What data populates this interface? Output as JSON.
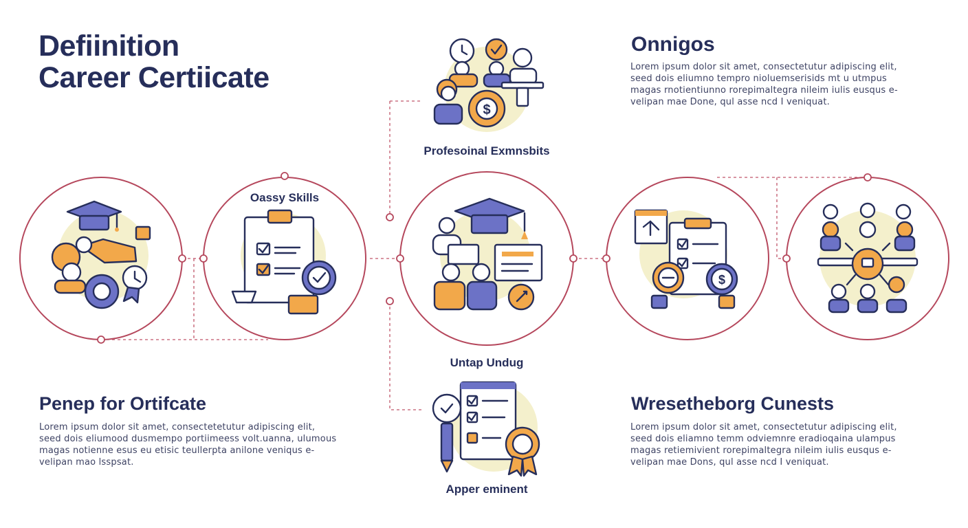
{
  "title": {
    "line1": "Defiinition",
    "line2": "Career Certiicate"
  },
  "blocks": {
    "top_right": {
      "heading": "Onnigos",
      "body": "Lorem ipsum dolor sit amet, consectetutur adipiscing elit,\nseed dois eliumno tempro nioluemserisids mt u utmpus\nmagas rnotientiunno rorepimaltegra nileim iulis eusqus e-\nvelipan mae Done, qul asse ncd I veniquat."
    },
    "bottom_left": {
      "heading": "Penep for Ortifcate",
      "body": "Lorem ipsum dolor sit amet, consectetetutur adipiscing elit,\nseed dois eliumood dusmempo portiimeess volt.uanna, ulumous\nmagas notienne esus eu etisic teullerpta anilone veniqus e-\nvelipan mao lsspsat."
    },
    "bottom_right": {
      "heading": "Wresetheborg Cunests",
      "body": "Lorem ipsum dolor sit amet, consectetutur adipiscing elit,\nseed dois eliamno temm odviemnre eradioqaina ulampus\nmagas retiemivient rorepimaltegra nileim iulis eusqus e-\nvelipan mae Dons, qul asse ncd I veniquat."
    }
  },
  "nodes": {
    "top": {
      "label": "Profesoinal Exmnsbits",
      "icon": "professionals-icon"
    },
    "left_skills": {
      "label": "Oassy Skills",
      "icon": "checklist-icon"
    },
    "far_left": {
      "icon": "graduation-handshake-icon"
    },
    "center": {
      "label": "Untap Undug",
      "icon": "education-hub-icon"
    },
    "bottom": {
      "label": "Apper eminent",
      "icon": "certificate-award-icon"
    },
    "right": {
      "icon": "document-finance-icon"
    },
    "far_right": {
      "icon": "network-people-icon"
    }
  },
  "colors": {
    "ring": "#b5475c",
    "navy": "#262e5a",
    "accent_orange": "#f2a84a",
    "accent_purple": "#6c72c6",
    "halo": "#f4f0cc"
  }
}
